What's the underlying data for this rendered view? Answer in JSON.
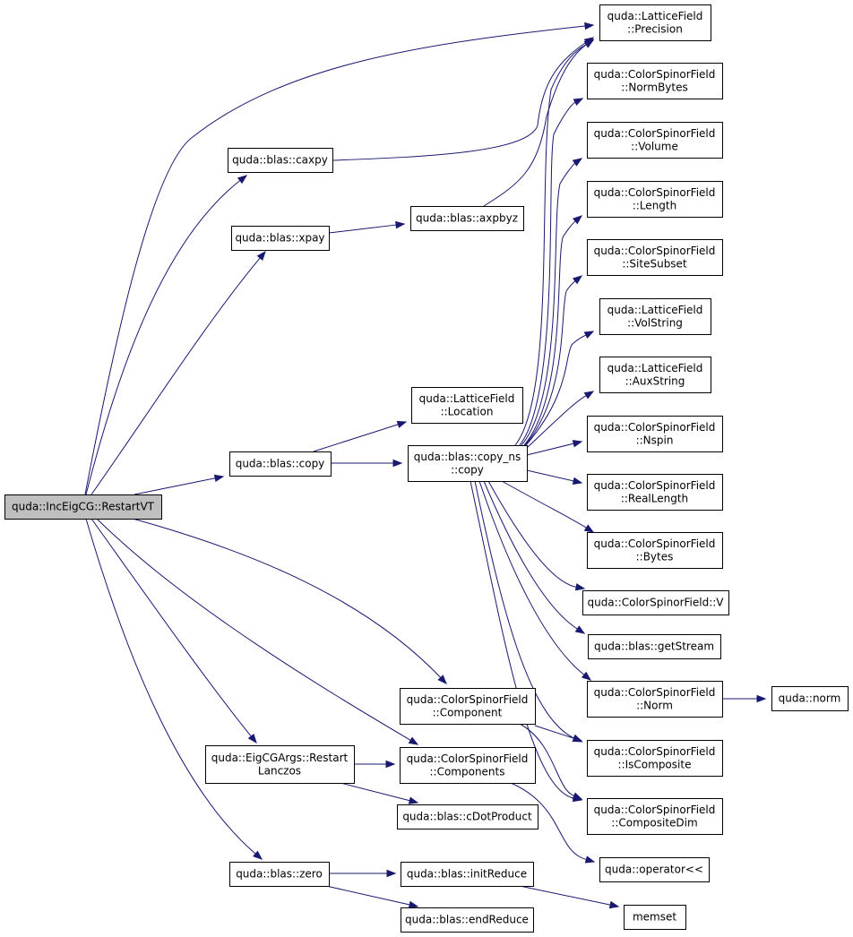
{
  "nodes": [
    {
      "id": "root",
      "name": "node-restartvt",
      "root": true,
      "lines": [
        "quda::IncEigCG::RestartVT"
      ]
    },
    {
      "id": "caxpy",
      "name": "node-caxpy",
      "lines": [
        "quda::blas::caxpy"
      ]
    },
    {
      "id": "xpay",
      "name": "node-xpay",
      "lines": [
        "quda::blas::xpay"
      ]
    },
    {
      "id": "copy",
      "name": "node-copy",
      "lines": [
        "quda::blas::copy"
      ]
    },
    {
      "id": "restartlanczos",
      "name": "node-restart-lanczos",
      "lines": [
        "quda::EigCGArgs::Restart",
        "Lanczos"
      ]
    },
    {
      "id": "zero",
      "name": "node-zero",
      "lines": [
        "quda::blas::zero"
      ]
    },
    {
      "id": "axpbyz",
      "name": "node-axpbyz",
      "lines": [
        "quda::blas::axpbyz"
      ]
    },
    {
      "id": "location",
      "name": "node-location",
      "lines": [
        "quda::LatticeField",
        "::Location"
      ]
    },
    {
      "id": "copyns",
      "name": "node-copy-ns",
      "lines": [
        "quda::blas::copy_ns",
        "::copy"
      ]
    },
    {
      "id": "component",
      "name": "node-component",
      "lines": [
        "quda::ColorSpinorField",
        "::Component"
      ]
    },
    {
      "id": "components",
      "name": "node-components",
      "lines": [
        "quda::ColorSpinorField",
        "::Components"
      ]
    },
    {
      "id": "cdotproduct",
      "name": "node-cdotproduct",
      "lines": [
        "quda::blas::cDotProduct"
      ]
    },
    {
      "id": "initreduce",
      "name": "node-initreduce",
      "lines": [
        "quda::blas::initReduce"
      ]
    },
    {
      "id": "endreduce",
      "name": "node-endreduce",
      "lines": [
        "quda::blas::endReduce"
      ]
    },
    {
      "id": "precision",
      "name": "node-precision",
      "lines": [
        "quda::LatticeField",
        "::Precision"
      ]
    },
    {
      "id": "normbytes",
      "name": "node-normbytes",
      "lines": [
        "quda::ColorSpinorField",
        "::NormBytes"
      ]
    },
    {
      "id": "volume",
      "name": "node-volume",
      "lines": [
        "quda::ColorSpinorField",
        "::Volume"
      ]
    },
    {
      "id": "length",
      "name": "node-length",
      "lines": [
        "quda::ColorSpinorField",
        "::Length"
      ]
    },
    {
      "id": "sitesubset",
      "name": "node-sitesubset",
      "lines": [
        "quda::ColorSpinorField",
        "::SiteSubset"
      ]
    },
    {
      "id": "volstring",
      "name": "node-volstring",
      "lines": [
        "quda::LatticeField",
        "::VolString"
      ]
    },
    {
      "id": "auxstring",
      "name": "node-auxstring",
      "lines": [
        "quda::LatticeField",
        "::AuxString"
      ]
    },
    {
      "id": "nspin",
      "name": "node-nspin",
      "lines": [
        "quda::ColorSpinorField",
        "::Nspin"
      ]
    },
    {
      "id": "reallength",
      "name": "node-reallength",
      "lines": [
        "quda::ColorSpinorField",
        "::RealLength"
      ]
    },
    {
      "id": "bytes",
      "name": "node-bytes",
      "lines": [
        "quda::ColorSpinorField",
        "::Bytes"
      ]
    },
    {
      "id": "v",
      "name": "node-v",
      "lines": [
        "quda::ColorSpinorField::V"
      ]
    },
    {
      "id": "getstream",
      "name": "node-getstream",
      "lines": [
        "quda::blas::getStream"
      ]
    },
    {
      "id": "norm",
      "name": "node-norm",
      "lines": [
        "quda::ColorSpinorField",
        "::Norm"
      ]
    },
    {
      "id": "iscomposite",
      "name": "node-iscomposite",
      "lines": [
        "quda::ColorSpinorField",
        "::IsComposite"
      ]
    },
    {
      "id": "compositedim",
      "name": "node-compositedim",
      "lines": [
        "quda::ColorSpinorField",
        "::CompositeDim"
      ]
    },
    {
      "id": "operatorlsh",
      "name": "node-operator-shift",
      "lines": [
        "quda::operator<<"
      ]
    },
    {
      "id": "memset",
      "name": "node-memset",
      "lines": [
        "memset"
      ]
    },
    {
      "id": "qnorm",
      "name": "node-quda-norm",
      "lines": [
        "quda::norm"
      ]
    }
  ],
  "edges": [
    {
      "from": "root",
      "to": "precision"
    },
    {
      "from": "root",
      "to": "caxpy"
    },
    {
      "from": "root",
      "to": "xpay"
    },
    {
      "from": "root",
      "to": "copy"
    },
    {
      "from": "root",
      "to": "component"
    },
    {
      "from": "root",
      "to": "restartlanczos"
    },
    {
      "from": "root",
      "to": "components"
    },
    {
      "from": "root",
      "to": "zero"
    },
    {
      "from": "caxpy",
      "to": "precision"
    },
    {
      "from": "xpay",
      "to": "axpbyz"
    },
    {
      "from": "axpbyz",
      "to": "precision"
    },
    {
      "from": "copy",
      "to": "location"
    },
    {
      "from": "copy",
      "to": "copyns"
    },
    {
      "from": "copyns",
      "to": "precision"
    },
    {
      "from": "copyns",
      "to": "normbytes"
    },
    {
      "from": "copyns",
      "to": "volume"
    },
    {
      "from": "copyns",
      "to": "length"
    },
    {
      "from": "copyns",
      "to": "sitesubset"
    },
    {
      "from": "copyns",
      "to": "volstring"
    },
    {
      "from": "copyns",
      "to": "auxstring"
    },
    {
      "from": "copyns",
      "to": "nspin"
    },
    {
      "from": "copyns",
      "to": "reallength"
    },
    {
      "from": "copyns",
      "to": "bytes"
    },
    {
      "from": "copyns",
      "to": "v"
    },
    {
      "from": "copyns",
      "to": "getstream"
    },
    {
      "from": "copyns",
      "to": "norm"
    },
    {
      "from": "copyns",
      "to": "iscomposite"
    },
    {
      "from": "copyns",
      "to": "compositedim"
    },
    {
      "from": "norm",
      "to": "qnorm"
    },
    {
      "from": "component",
      "to": "iscomposite"
    },
    {
      "from": "component",
      "to": "compositedim"
    },
    {
      "from": "restartlanczos",
      "to": "components"
    },
    {
      "from": "restartlanczos",
      "to": "cdotproduct"
    },
    {
      "from": "components",
      "to": "operatorlsh"
    },
    {
      "from": "zero",
      "to": "initreduce"
    },
    {
      "from": "zero",
      "to": "endreduce"
    },
    {
      "from": "initreduce",
      "to": "memset"
    }
  ]
}
